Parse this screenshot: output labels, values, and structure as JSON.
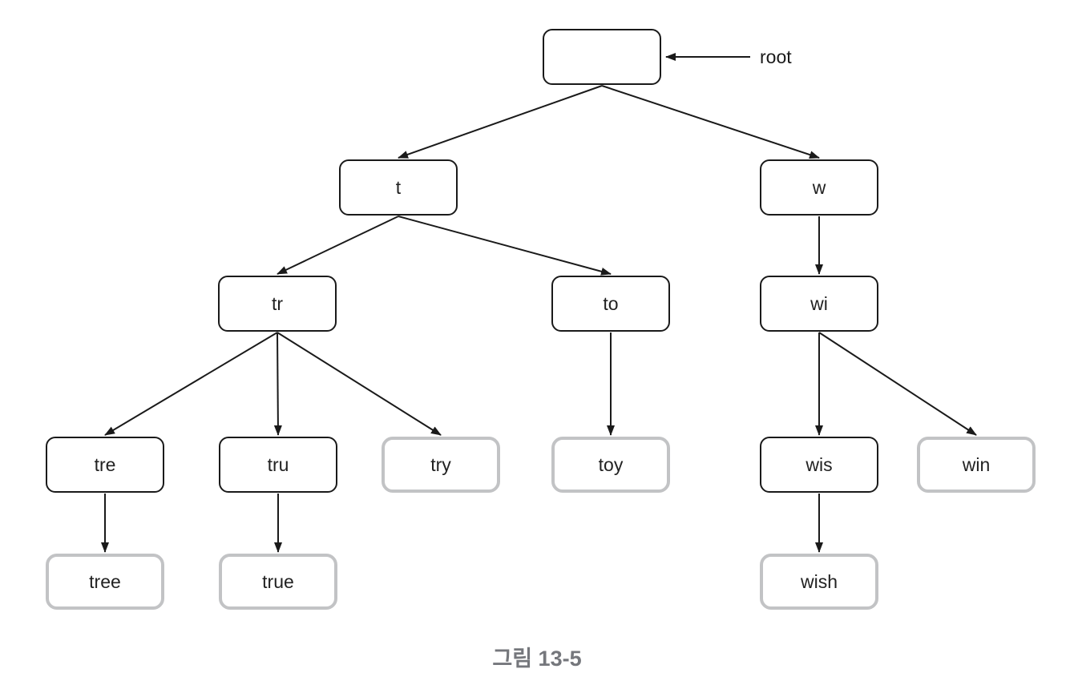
{
  "figure": {
    "caption": "그림 13-5",
    "root_pointer_label": "root"
  },
  "colors": {
    "background": "#ffffff",
    "line": "#1a1a1a",
    "node_border": "#1a1a1a",
    "terminal_node_border": "#c2c3c5",
    "node_text": "#222222",
    "caption_text": "#75777c"
  },
  "trie": {
    "nodes": [
      {
        "id": "root",
        "label": "",
        "terminal": false
      },
      {
        "id": "t",
        "label": "t",
        "terminal": false
      },
      {
        "id": "w",
        "label": "w",
        "terminal": false
      },
      {
        "id": "tr",
        "label": "tr",
        "terminal": false
      },
      {
        "id": "to",
        "label": "to",
        "terminal": false
      },
      {
        "id": "wi",
        "label": "wi",
        "terminal": false
      },
      {
        "id": "tre",
        "label": "tre",
        "terminal": false
      },
      {
        "id": "tru",
        "label": "tru",
        "terminal": false
      },
      {
        "id": "try",
        "label": "try",
        "terminal": true
      },
      {
        "id": "toy",
        "label": "toy",
        "terminal": true
      },
      {
        "id": "wis",
        "label": "wis",
        "terminal": false
      },
      {
        "id": "win",
        "label": "win",
        "terminal": true
      },
      {
        "id": "tree",
        "label": "tree",
        "terminal": true
      },
      {
        "id": "true",
        "label": "true",
        "terminal": true
      },
      {
        "id": "wish",
        "label": "wish",
        "terminal": true
      }
    ],
    "edges": [
      [
        "root",
        "t"
      ],
      [
        "root",
        "w"
      ],
      [
        "t",
        "tr"
      ],
      [
        "t",
        "to"
      ],
      [
        "w",
        "wi"
      ],
      [
        "tr",
        "tre"
      ],
      [
        "tr",
        "tru"
      ],
      [
        "tr",
        "try"
      ],
      [
        "to",
        "toy"
      ],
      [
        "wi",
        "wis"
      ],
      [
        "wi",
        "win"
      ],
      [
        "tre",
        "tree"
      ],
      [
        "tru",
        "true"
      ],
      [
        "wis",
        "wish"
      ]
    ]
  }
}
